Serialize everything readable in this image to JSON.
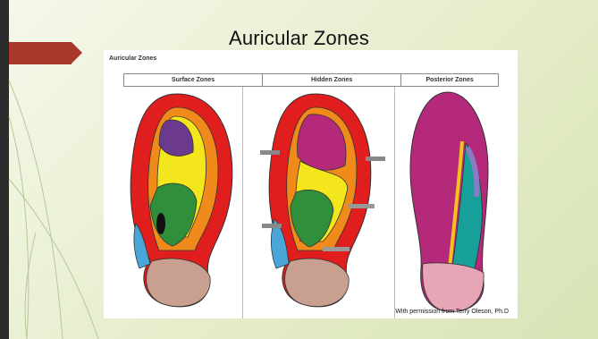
{
  "slide": {
    "title": "Auricular Zones",
    "credit": "With permission from Terry Oleson, Ph.D"
  },
  "figure": {
    "heading": "Auricular Zones",
    "columns": [
      "Surface Zones",
      "Hidden Zones",
      "Posterior Zones"
    ]
  },
  "colors": {
    "accent": "#a8392a",
    "left_bar": "#2b2b2b",
    "zone_red": "#e01e1e",
    "zone_orange": "#f08a1a",
    "zone_yellow": "#f4e61c",
    "zone_green": "#2f8f3a",
    "zone_purple": "#6b3a8e",
    "zone_magenta": "#b4297a",
    "zone_teal": "#17a09a",
    "zone_blue": "#4aa6d8",
    "zone_tan": "#c9a08f"
  }
}
